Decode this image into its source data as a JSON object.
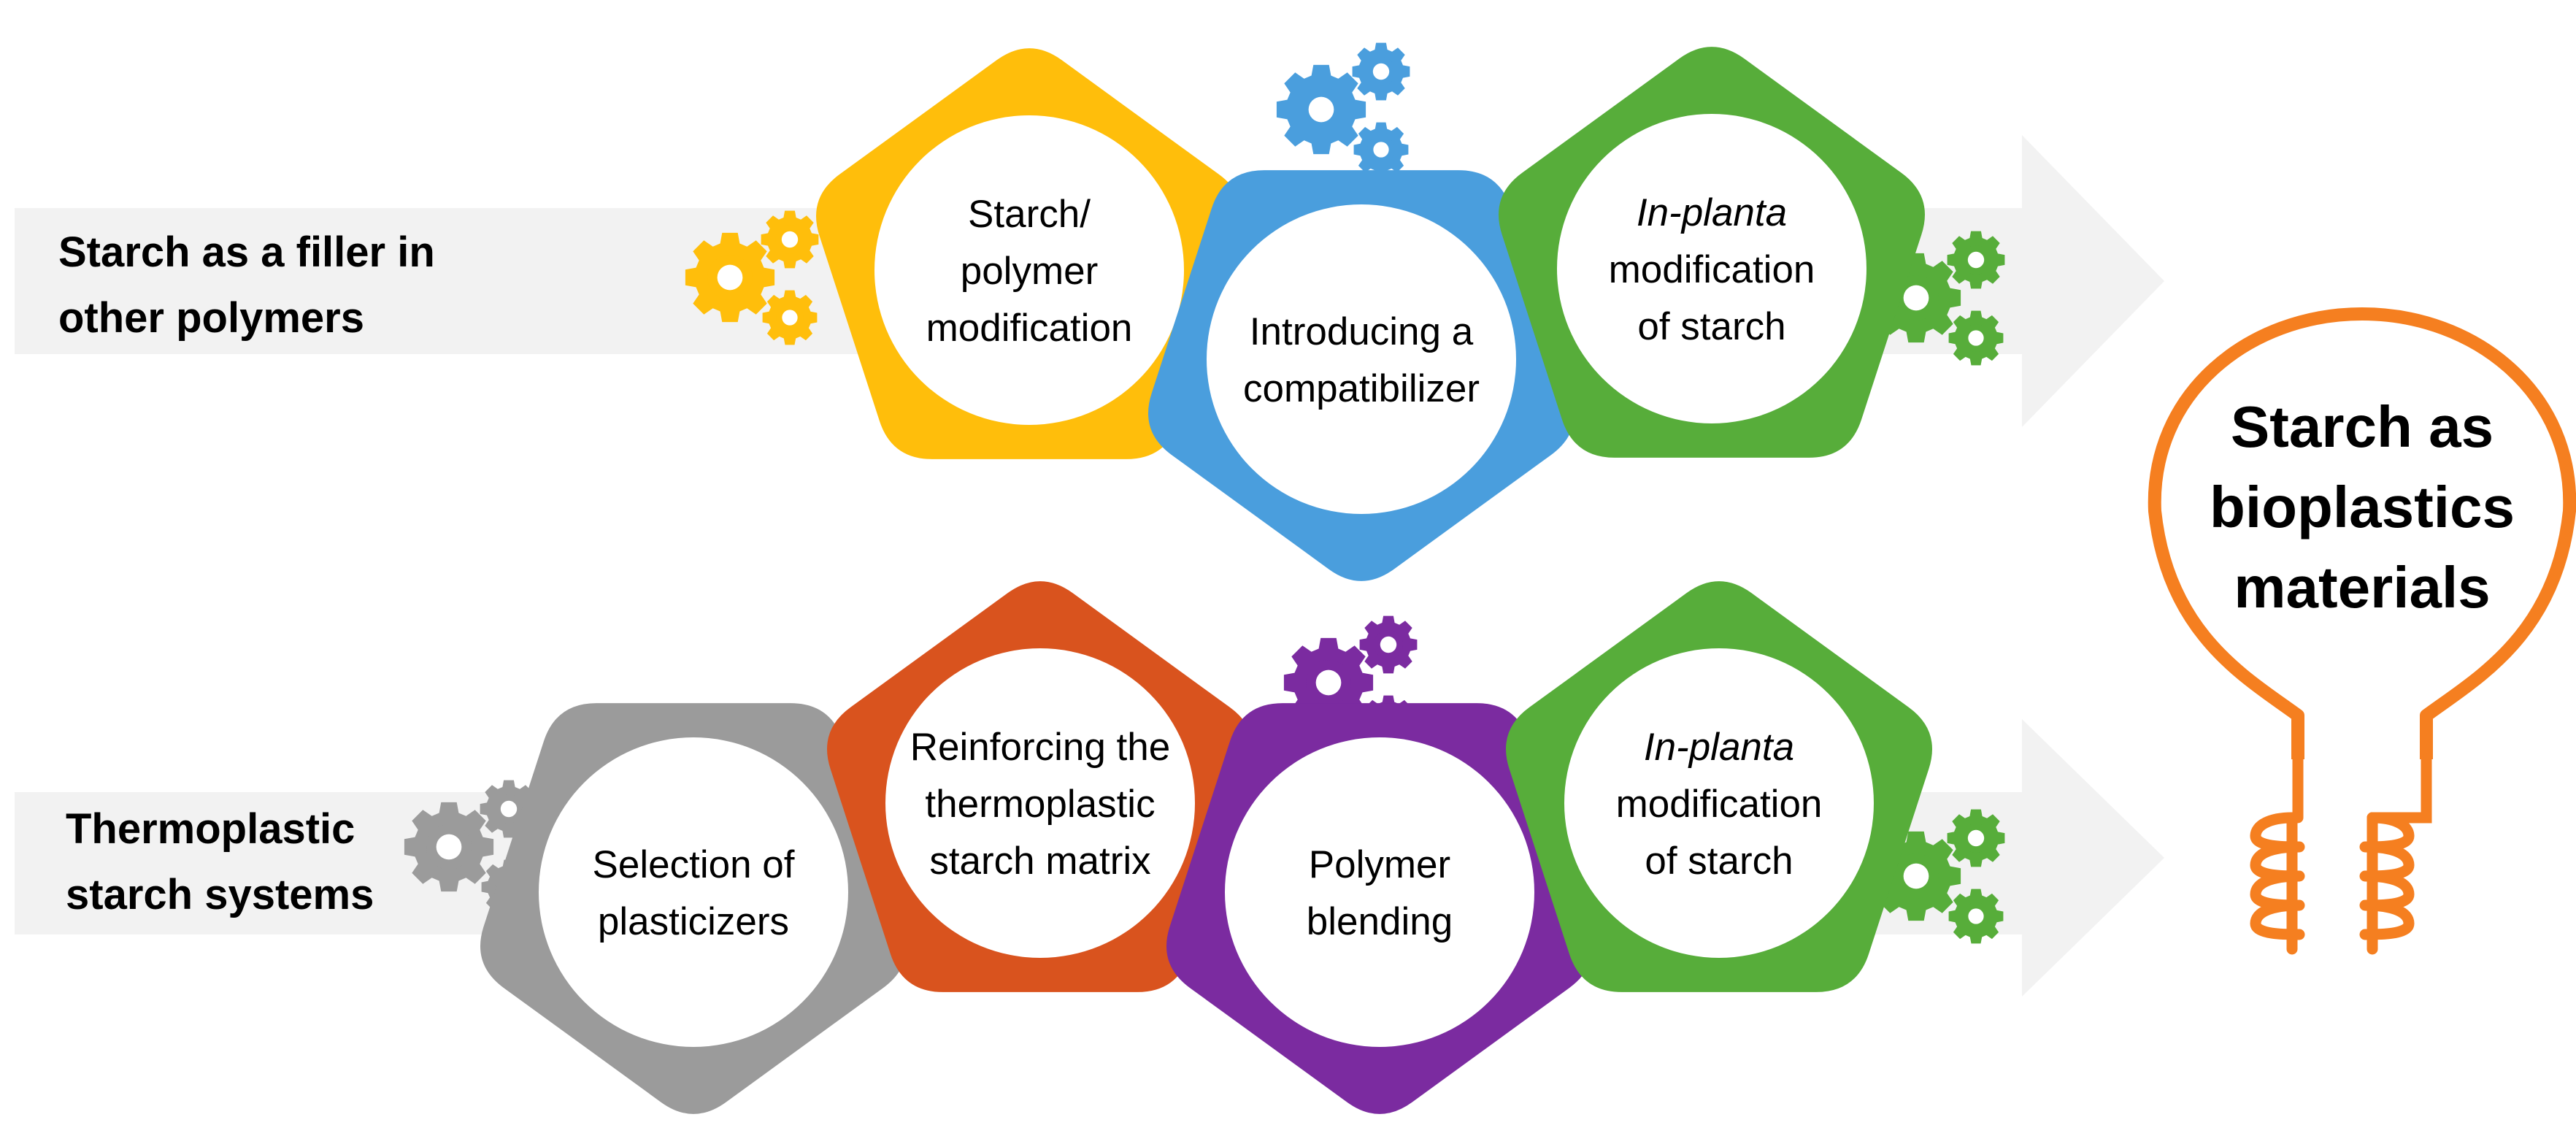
{
  "rows": [
    {
      "label_lines": [
        "Starch as a filler in",
        "other polymers"
      ],
      "steps": [
        {
          "lines": [
            {
              "text": "Starch/"
            },
            {
              "text": "polymer"
            },
            {
              "text": "modification"
            }
          ],
          "color": "#FFBE0B"
        },
        {
          "lines": [
            {
              "text": "Introducing a"
            },
            {
              "text": "compatibilizer"
            }
          ],
          "color": "#4A9EDD"
        },
        {
          "lines": [
            {
              "text": "In-planta",
              "italic": true
            },
            {
              "text": "modification"
            },
            {
              "text": "of starch"
            }
          ],
          "color": "#57AD3A"
        }
      ]
    },
    {
      "label_lines": [
        "Thermoplastic",
        "starch systems"
      ],
      "steps": [
        {
          "lines": [
            {
              "text": "Selection of"
            },
            {
              "text": "plasticizers"
            }
          ],
          "color": "#9B9B9B"
        },
        {
          "lines": [
            {
              "text": "Reinforcing the"
            },
            {
              "text": "thermoplastic"
            },
            {
              "text": "starch matrix"
            }
          ],
          "color": "#D9531E"
        },
        {
          "lines": [
            {
              "text": "Polymer"
            },
            {
              "text": "blending"
            }
          ],
          "color": "#7B2BA0"
        },
        {
          "lines": [
            {
              "text": "In-planta",
              "italic": true
            },
            {
              "text": "modification"
            },
            {
              "text": "of starch"
            }
          ],
          "color": "#57AD3A"
        }
      ]
    }
  ],
  "goal": {
    "lines": [
      "Starch as",
      "bioplastics",
      "materials"
    ],
    "color": "#F57F20"
  },
  "colors": {
    "arrow": "#F2F2F2",
    "gear_yellow": "#FFBE0B",
    "gear_blue": "#4A9EDD",
    "gear_green": "#57AD3A",
    "gear_gray": "#9B9B9B",
    "gear_purple": "#7B2BA0"
  },
  "icons": {
    "gear": "gear-icon",
    "bulb": "lightbulb-icon"
  }
}
